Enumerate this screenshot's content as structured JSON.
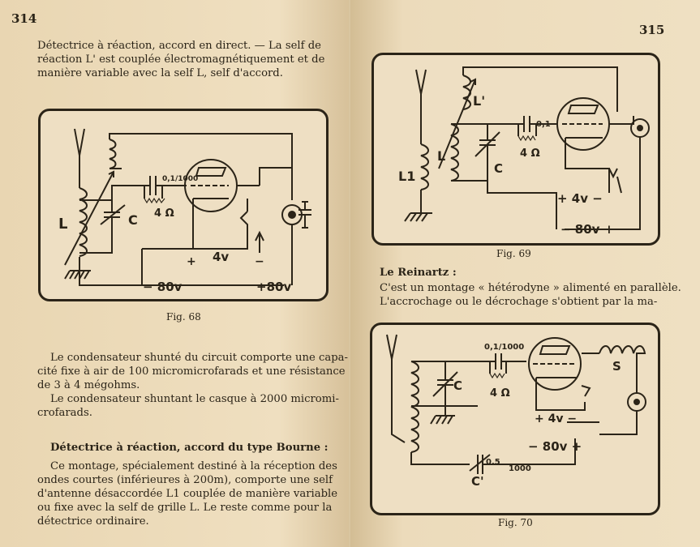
{
  "left_page": {
    "page_number": "314",
    "intro": {
      "lines": [
        "Détectrice à réaction, accord en direct. — La self de",
        "réaction L' est couplée électromagnétiquement et de",
        "manière variable avec la self L, self d'accord."
      ]
    },
    "fig68": {
      "caption": "Fig. 68",
      "labels": {
        "L": "L",
        "C": "C",
        "cap_value": "0,1/1000",
        "res": "4 Ω",
        "v4": "4v",
        "plus": "+",
        "minus": "−",
        "v80neg": "− 80v",
        "v80pos": "+80v"
      }
    },
    "para_condensateur": {
      "lines": [
        "Le condensateur shunté du circuit comporte une capa-",
        "cité fixe à air de 100 micromicrofarads et une résistance",
        "de 3 à 4 mégohms."
      ]
    },
    "para_casque": {
      "lines": [
        "Le condensateur shuntant le casque à 2000 micromi-",
        "crofarads."
      ]
    },
    "bourne_heading": "Détectrice à réaction, accord du type Bourne :",
    "bourne_text": {
      "lines": [
        "Ce montage, spécialement destiné à la réception des",
        "ondes courtes (inférieures à 200m), comporte une self",
        "d'antenne désaccordée L1 couplée de manière variable",
        "ou fixe avec la self de grille L. Le reste comme pour la",
        "détectrice ordinaire."
      ]
    }
  },
  "right_page": {
    "page_number": "315",
    "fig69": {
      "caption": "Fig. 69",
      "labels": {
        "L1": "L1",
        "L": "L",
        "Lp": "L'",
        "C": "C",
        "cap_value": "0,1",
        "res": "4 Ω",
        "v4": "+ 4v −",
        "v80": "− 80v +"
      }
    },
    "reinartz_heading": "Le Reinartz :",
    "reinartz_text": {
      "lines": [
        "C'est un montage « hétérodyne » alimenté en parallèle.",
        "L'accrochage ou le décrochage s'obtient par la ma-"
      ]
    },
    "fig70": {
      "caption": "Fig. 70",
      "labels": {
        "C": "C",
        "cap_value": "0,1/1000",
        "res": "4 Ω",
        "S": "S",
        "v4": "+ 4v −",
        "v80": "− 80v +",
        "Cp": "C'",
        "c05": "0.5",
        "c1000": "1000"
      }
    }
  },
  "colors": {
    "paper": "#ead9b8",
    "ink": "#2b2418",
    "frame_fill": "#eedfc3"
  }
}
